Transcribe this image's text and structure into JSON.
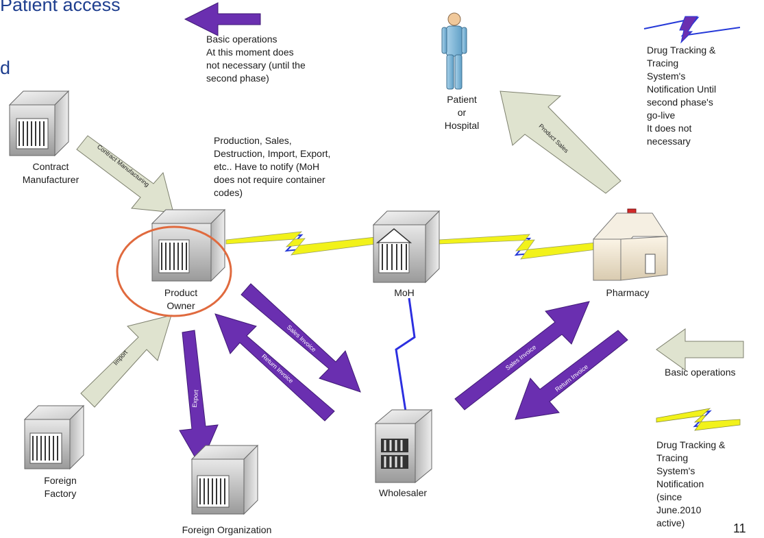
{
  "title": {
    "line1": "Patient access",
    "line2": "d"
  },
  "nodes": {
    "contract_manufacturer": [
      "Contract",
      "Manufacturer"
    ],
    "product_owner": [
      "Product",
      "Owner"
    ],
    "moh": "MoH",
    "pharmacy": "Pharmacy",
    "patient": [
      "Patient",
      "or",
      "Hospital"
    ],
    "foreign_factory": [
      "Foreign",
      "Factory"
    ],
    "foreign_organization": "Foreign Organization",
    "wholesaler": "Wholesaler"
  },
  "arrow_labels": {
    "contract_manufacturing": "Contract Manufacturing",
    "product_sales": "Product Sales",
    "import": "Import",
    "export": "Export",
    "sales_invoice_po": "Sales Invoice",
    "return_invoice_po": "Return Invoice",
    "sales_invoice_ph": "Sales Invoice",
    "return_invoice_ph": "Return Invoice"
  },
  "notes": {
    "basic_ops_top": [
      "Basic operations",
      "At this moment does",
      "not necessary (until the",
      "second phase)"
    ],
    "production_note": [
      "Production, Sales,",
      "Destruction, Import, Export,",
      "etc.. Have to notify (MoH",
      "does not require container",
      "codes)"
    ],
    "tracking_top": [
      "Drug Tracking &",
      "Tracing",
      "System's",
      "Notification Until",
      "second phase's",
      "go-live",
      "It does not",
      "necessary"
    ],
    "basic_ops_right": "Basic operations",
    "tracking_bottom": [
      "Drug Tracking &",
      "Tracing",
      "System's",
      "Notification",
      "(since",
      "June.2010",
      "active)"
    ]
  },
  "page_number": "11",
  "colors": {
    "title": "#1f3f8f",
    "purple_arrow": "#6a2fb0",
    "beige_arrow": "#dfe3cf",
    "lightning_yellow": "#f2f21a",
    "lightning_blue": "#2438d8",
    "highlight_circle": "#e06a3e"
  }
}
